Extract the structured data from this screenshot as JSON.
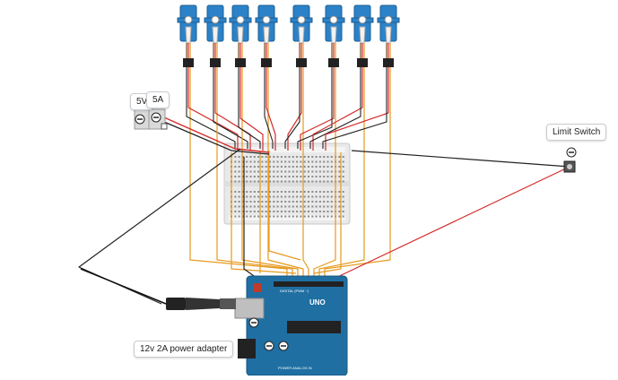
{
  "labels": {
    "voltage": "5V",
    "current": "5A",
    "limit_switch": "Limit Switch",
    "adapter": "12v 2A power adapter"
  },
  "board": {
    "brand": "UNO",
    "header_text": "DIGITAL (PWM ~)",
    "power_text": "POWER   ANALOG IN"
  },
  "colors": {
    "servo_body": "#2b82c8",
    "arduino": "#1f6fa3",
    "wire_signal": "#e69a1f",
    "wire_power": "#d42a2a",
    "wire_ground": "#222222"
  }
}
